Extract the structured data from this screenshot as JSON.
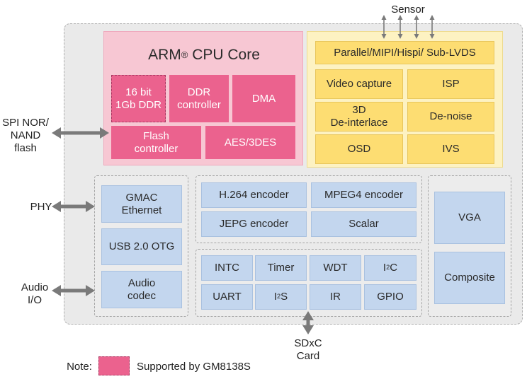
{
  "external": {
    "sensor": "Sensor",
    "spi_flash": "SPI NOR/\nNAND\nflash",
    "phy": "PHY",
    "audio_io": "Audio\nI/O",
    "sdxc_card": "SDxC\nCard"
  },
  "cpu": {
    "title_pre": "ARM",
    "title_sup": "®",
    "title_post": " CPU Core",
    "blocks": {
      "ddr16": "16 bit\n1Gb DDR",
      "ddr_controller": "DDR\ncontroller",
      "dma": "DMA",
      "flash_controller": "Flash\ncontroller",
      "aes": "AES/3DES"
    }
  },
  "video_in": {
    "interface": "Parallel/MIPI/Hispi/ Sub-LVDS",
    "video_capture": "Video capture",
    "isp": "ISP",
    "deinterlace": "3D\nDe-interlace",
    "denoise": "De-noise",
    "osd": "OSD",
    "ivs": "IVS"
  },
  "connectivity": {
    "gmac": "GMAC\nEthernet",
    "usb": "USB 2.0 OTG",
    "audio_codec": "Audio\ncodec"
  },
  "encoders": {
    "h264": "H.264 encoder",
    "mpeg4": "MPEG4 encoder",
    "jpeg": "JEPG encoder",
    "scalar": "Scalar"
  },
  "peripherals": {
    "intc": "INTC",
    "timer": "Timer",
    "wdt": "WDT",
    "i2c_pre": "I",
    "i2c_sup": "2",
    "i2c_post": "C",
    "uart": "UART",
    "i2s_pre": "I",
    "i2s_sup": "2",
    "i2s_post": "S",
    "ir": "IR",
    "gpio": "GPIO"
  },
  "display": {
    "vga": "VGA",
    "composite": "Composite"
  },
  "note": {
    "label": "Note:",
    "legend": "Supported by GM8138S"
  },
  "colors": {
    "supported": "#eb628e",
    "cpu_panel": "#f7c7d3",
    "video_panel": "#fdf2c2",
    "block_blue": "#c3d6ee",
    "block_yellow": "#fddd72",
    "arrow": "#7a7a7a"
  }
}
